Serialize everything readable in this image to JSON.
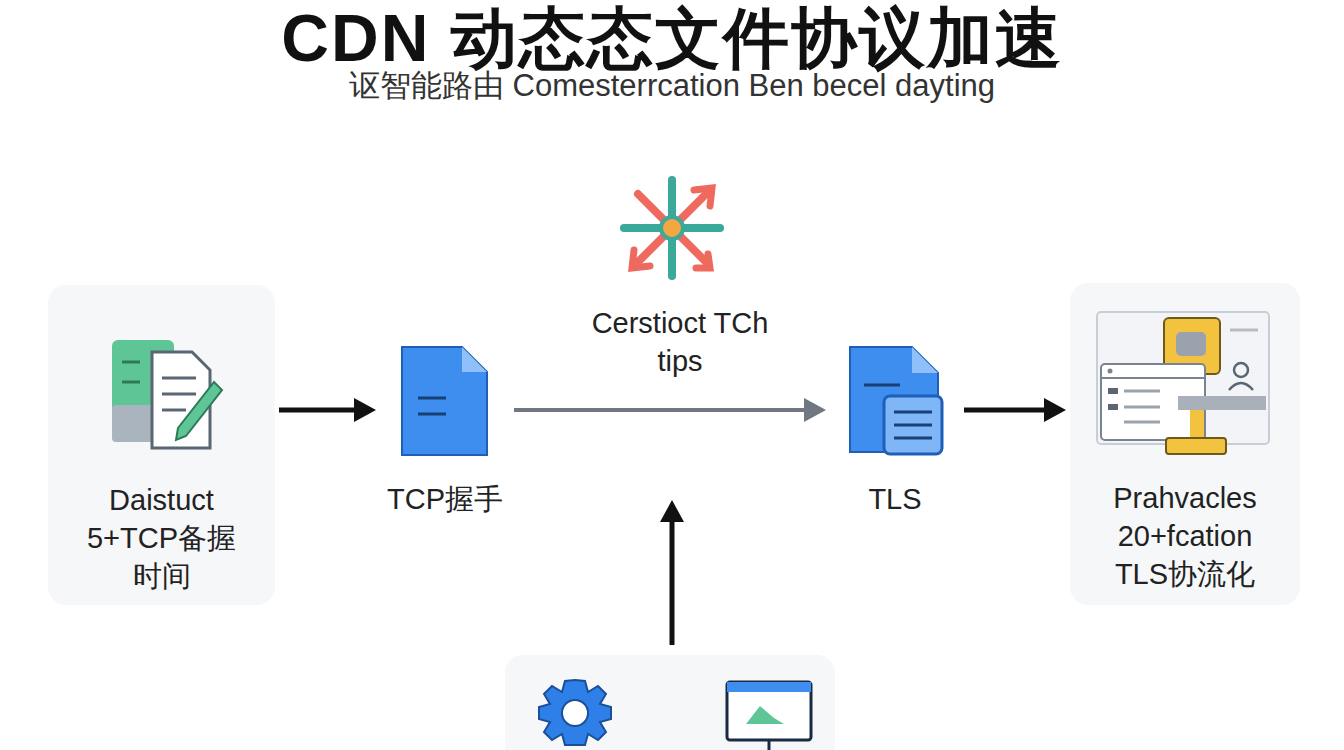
{
  "diagram": {
    "title": "CDN 动态态文件协议加速",
    "nodes": [
      {
        "text": [
          "Daistuct 5+TCP备握 时间"
        ]
      },
      {
        "text": [
          "TCP握手"
        ]
      },
      {
        "text": [
          "TLS"
        ]
      },
      {
        "text": [
          "Prahvacles 20+fcation TLS协流化"
        ]
      }
    ],
    "edges": [
      {
        "from": 0,
        "to": 1,
        "arrow": "to"
      },
      {
        "from": 1,
        "to": 2,
        "label": "Cerstioct TCh tips",
        "arrow": "to"
      },
      {
        "from": 2,
        "to": 3,
        "arrow": "to"
      }
    ],
    "labels": [
      "讴智能路由 Comesterrcation Ben becel dayting"
    ]
  }
}
